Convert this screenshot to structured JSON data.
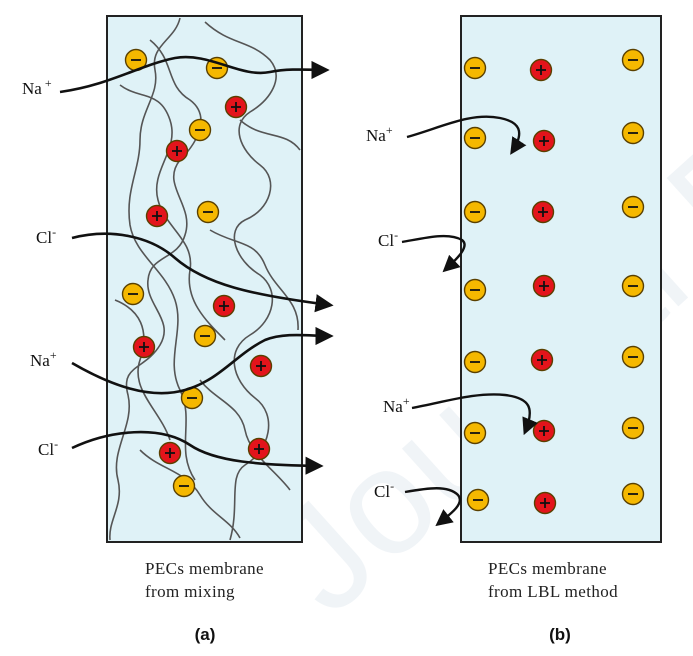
{
  "watermark": "Journal Pre-proof",
  "colors": {
    "panel_fill": "#dff2f7",
    "panel_stroke": "#222222",
    "negative_fill": "#f5b800",
    "positive_fill": "#e3141b",
    "charge_stroke": "#5a4000"
  },
  "symbols": {
    "negative": "−",
    "positive": "+"
  },
  "panel_a": {
    "subcaption": "(a)",
    "caption_line1": "PECs membrane",
    "caption_line2": "from mixing",
    "ions": [
      {
        "base": "Na",
        "sup": "+"
      },
      {
        "base": "Cl",
        "sup": "-"
      },
      {
        "base": "Na",
        "sup": "+"
      },
      {
        "base": "Cl",
        "sup": "-"
      }
    ]
  },
  "panel_b": {
    "subcaption": "(b)",
    "caption_line1": "PECs membrane",
    "caption_line2": "from LBL method",
    "ions": [
      {
        "base": "Na",
        "sup": "+"
      },
      {
        "base": "Cl",
        "sup": "-"
      },
      {
        "base": "Na",
        "sup": "+"
      },
      {
        "base": "Cl",
        "sup": "-"
      }
    ]
  }
}
